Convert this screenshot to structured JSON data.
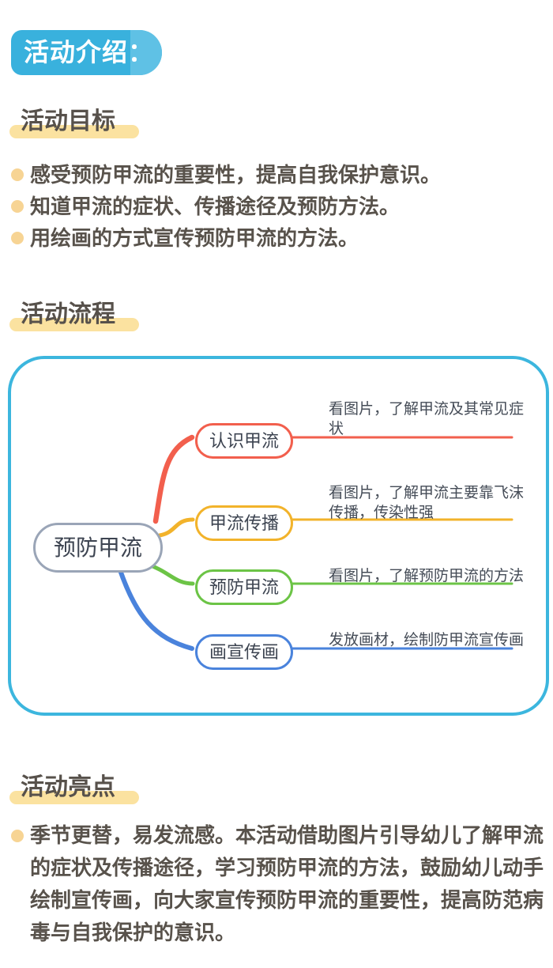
{
  "badge": {
    "label": "活动介绍：",
    "bg": "#39b1dd",
    "cap": "#5fc1e5"
  },
  "goals": {
    "title": "活动目标",
    "items": [
      "感受预防甲流的重要性，提高自我保护意识。",
      "知道甲流的症状、传播途径及预防方法。",
      "用绘画的方式宣传预防甲流的方法。"
    ]
  },
  "flow": {
    "title": "活动流程"
  },
  "mindmap": {
    "root": "预防甲流",
    "root_border": "#9aa5b7",
    "frame_border": "#3cb6de",
    "branches": [
      {
        "label": "认识甲流",
        "desc": "看图片，了解甲流及其常见症状",
        "color": "#f25f4d"
      },
      {
        "label": "甲流传播",
        "desc": "看图片，了解甲流主要靠飞沫传播，传染性强",
        "color": "#f2b32b"
      },
      {
        "label": "预防甲流",
        "desc": "看图片，了解预防甲流的方法",
        "color": "#6cc446"
      },
      {
        "label": "画宣传画",
        "desc": "发放画材，绘制防甲流宣传画",
        "color": "#4a83dc"
      }
    ]
  },
  "highlights": {
    "title": "活动亮点",
    "items": [
      "季节更替，易发流感。本活动借助图片引导幼儿了解甲流的症状及传播途径，学习预防甲流的方法，鼓励幼儿动手绘制宣传画，向大家宣传预防甲流的重要性，提高防范病毒与自我保护的意识。"
    ]
  },
  "colors": {
    "body_text": "#58524b",
    "highlight_bar": "#fbe2a0",
    "bullet": "#f7d494"
  }
}
